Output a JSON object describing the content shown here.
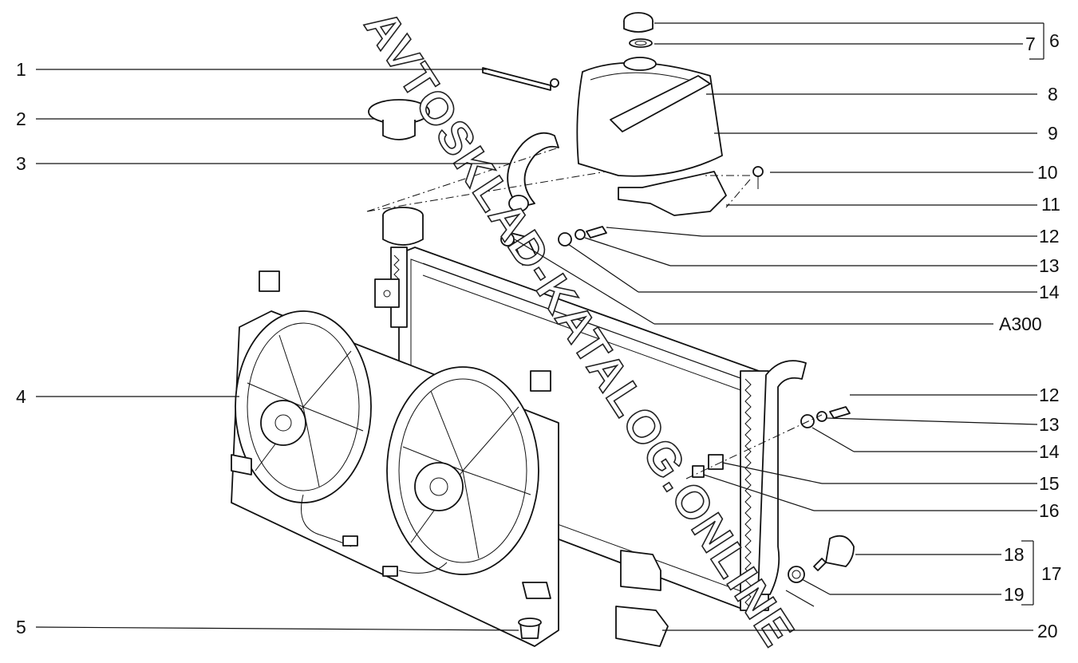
{
  "watermark": "AVTOSKLAD-KATALOG.ONLINE",
  "callouts": {
    "c1": "1",
    "c2": "2",
    "c3": "3",
    "c4": "4",
    "c5": "5",
    "c6": "6",
    "c7": "7",
    "c8": "8",
    "c9": "9",
    "c10": "10",
    "c11": "11",
    "c12a": "12",
    "c13a": "13",
    "c14a": "14",
    "a300": "A300",
    "c12b": "12",
    "c13b": "13",
    "c14b": "14",
    "c15": "15",
    "c16": "16",
    "c17": "17",
    "c18": "18",
    "c19": "19",
    "c20": "20"
  }
}
